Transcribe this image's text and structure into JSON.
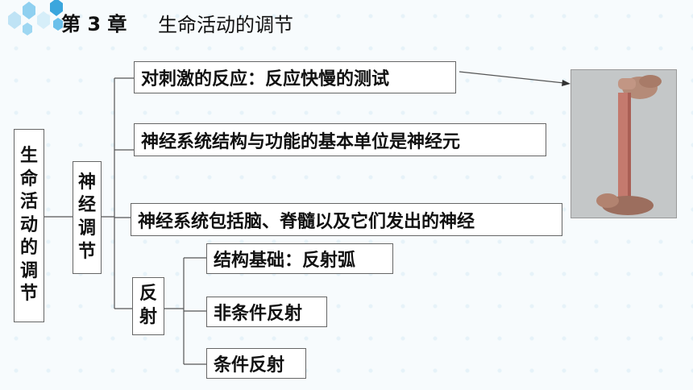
{
  "header": {
    "chapter": "第 3 章",
    "title": "生命活动的调节"
  },
  "root": {
    "chars": [
      "生",
      "命",
      "活",
      "动",
      "的",
      "调",
      "节"
    ]
  },
  "nerve": {
    "chars": [
      "神",
      "经",
      "调",
      "节"
    ]
  },
  "reflex": {
    "chars": [
      "反",
      "射"
    ]
  },
  "branches": [
    "对刺激的反应：反应快慢的测试",
    "神经系统结构与功能的基本单位是神经元",
    "神经系统包括脑、脊髓以及它们发出的神经"
  ],
  "reflex_branches": [
    "结构基础：反射弧",
    "非条件反射",
    "条件反射"
  ],
  "colors": {
    "accent": "#3ba6dd",
    "box_border": "#666666"
  }
}
